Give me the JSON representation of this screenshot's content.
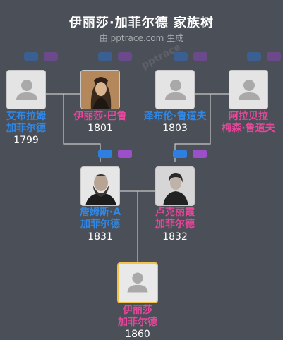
{
  "header": {
    "title": "伊丽莎·加菲尔德 家族树",
    "subtitle": "由 pptrace.com 生成",
    "watermark": "pptrace"
  },
  "colors": {
    "background": "#4b4f57",
    "male": "#2f88e8",
    "female": "#e8479c",
    "line": "#c8c8c8",
    "self_line": "#f2c24b",
    "badge_blue": "#2f7fe0",
    "badge_purple": "#9b4fc8"
  },
  "people": {
    "abram": {
      "name_line1": "艾布拉姆",
      "name_line2": "加菲尔德",
      "year": "1799",
      "gender": "male",
      "photo": "placeholder"
    },
    "eliza_ballou": {
      "name_line1": "伊丽莎·巴鲁",
      "name_line2": "",
      "year": "1801",
      "gender": "female",
      "photo": "portrait"
    },
    "zeb": {
      "name_line1": "泽布伦·鲁道夫",
      "name_line2": "",
      "year": "1803",
      "gender": "male",
      "photo": "placeholder"
    },
    "arabella": {
      "name_line1": "阿拉贝拉",
      "name_line2": "梅森·鲁道夫",
      "year": "",
      "gender": "female",
      "photo": "placeholder"
    },
    "james": {
      "name_line1": "詹姆斯·A",
      "name_line2": "加菲尔德",
      "year": "1831",
      "gender": "male",
      "photo": "portrait"
    },
    "lucretia": {
      "name_line1": "卢克丽霞",
      "name_line2": "加菲尔德",
      "year": "1832",
      "gender": "female",
      "photo": "portrait"
    },
    "eliza": {
      "name_line1": "伊丽莎",
      "name_line2": "加菲尔德",
      "year": "1860",
      "gender": "female",
      "photo": "placeholder"
    }
  }
}
